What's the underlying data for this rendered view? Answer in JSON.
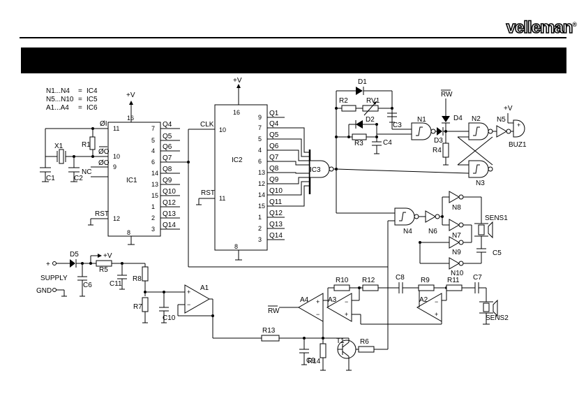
{
  "brand": "velleman",
  "legend": [
    {
      "group": "N1...N4",
      "ic": "IC4"
    },
    {
      "group": "N5...N10",
      "ic": "IC5"
    },
    {
      "group": "A1...A4",
      "ic": "IC6"
    }
  ],
  "ic1": {
    "name": "IC1",
    "left_pins": [
      {
        "label": "ØI",
        "num": "11"
      },
      {
        "label": "ØO",
        "num": "10"
      },
      {
        "label": "NC",
        "num": "9"
      },
      {
        "label": "RST",
        "num": "12"
      }
    ],
    "right_pins": [
      {
        "label": "Q4",
        "num": "7"
      },
      {
        "label": "Q5",
        "num": "5"
      },
      {
        "label": "Q6",
        "num": "4"
      },
      {
        "label": "Q7",
        "num": "6"
      },
      {
        "label": "Q8",
        "num": "14"
      },
      {
        "label": "Q9",
        "num": "13"
      },
      {
        "label": "Q10",
        "num": "15"
      },
      {
        "label": "Q12",
        "num": "1"
      },
      {
        "label": "Q13",
        "num": "2"
      },
      {
        "label": "Q14",
        "num": "3"
      }
    ],
    "top_pin": "16",
    "bottom_pin": "8",
    "oo_label": "ØO"
  },
  "ic2": {
    "name": "IC2",
    "left_pins": [
      {
        "label": "CLK",
        "num": "10"
      },
      {
        "label": "RST",
        "num": "11"
      }
    ],
    "right_pins": [
      {
        "label": "Q1",
        "num": "9"
      },
      {
        "label": "Q4",
        "num": "7"
      },
      {
        "label": "Q5",
        "num": "5"
      },
      {
        "label": "Q6",
        "num": "4"
      },
      {
        "label": "Q7",
        "num": "6"
      },
      {
        "label": "Q8",
        "num": "13"
      },
      {
        "label": "Q9",
        "num": "12"
      },
      {
        "label": "Q10",
        "num": "14"
      },
      {
        "label": "Q11",
        "num": "15"
      },
      {
        "label": "Q12",
        "num": "1"
      },
      {
        "label": "Q13",
        "num": "2"
      },
      {
        "label": "Q14",
        "num": "3"
      }
    ],
    "top_pin": "16",
    "bottom_pin": "8"
  },
  "ic3": "IC3",
  "supply": {
    "vplus": "+V",
    "plus": "+",
    "supply_label": "SUPPLY",
    "gnd_label": "GND"
  },
  "rw": "RW",
  "gates": [
    "N1",
    "N2",
    "N3",
    "N4",
    "N5",
    "N6",
    "N7",
    "N8",
    "N9",
    "N10"
  ],
  "opamps": [
    "A1",
    "A2",
    "A3",
    "A4"
  ],
  "resistors": [
    "R1",
    "R2",
    "R3",
    "R4",
    "R5",
    "R6",
    "R7",
    "R8",
    "R9",
    "R10",
    "R11",
    "R12",
    "R13",
    "R14"
  ],
  "rv": "RV1",
  "capacitors": [
    "C1",
    "C2",
    "C3",
    "C4",
    "C5",
    "C6",
    "C7",
    "C8",
    "C9",
    "C10",
    "C11"
  ],
  "diodes": [
    "D1",
    "D2",
    "D3",
    "D4",
    "D5"
  ],
  "crystal": "X1",
  "transistor": "T1",
  "buzzer": "BUZ1",
  "sensors": [
    "SENS1",
    "SENS2"
  ]
}
